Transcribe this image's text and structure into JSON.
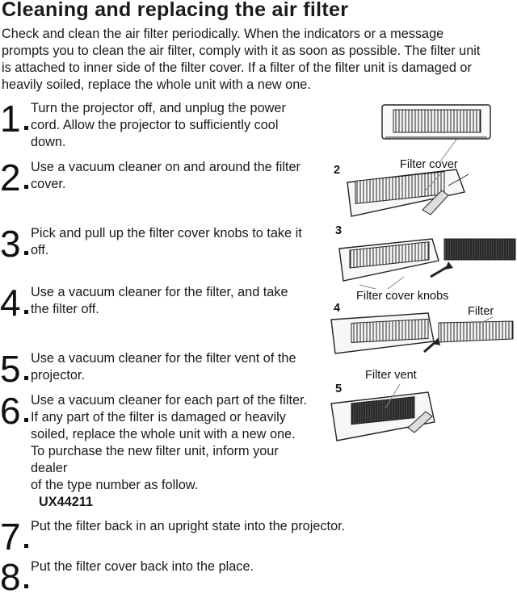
{
  "title": "Cleaning and replacing the air filter",
  "intro": [
    "Check and clean the air filter periodically. When the indicators or a message",
    "prompts you to clean the air filter, comply with it as soon as possible. The filter unit",
    "is attached to inner side of the filter cover. If a filter of the filter unit is damaged or",
    "heavily soiled, replace the whole unit with a new one."
  ],
  "steps": [
    {
      "num": "1",
      "lines": [
        "Turn the projector off, and unplug the power",
        "cord. Allow the projector to sufficiently cool",
        "down."
      ]
    },
    {
      "num": "2",
      "lines": [
        "Use a vacuum cleaner on and around the filter",
        "cover."
      ]
    },
    {
      "num": "3",
      "lines": [
        "Pick and pull up the filter cover knobs to take it",
        "off."
      ]
    },
    {
      "num": "4",
      "lines": [
        "Use a vacuum cleaner for the filter, and take",
        "the filter off."
      ]
    },
    {
      "num": "5",
      "lines": [
        "Use a vacuum cleaner for the filter vent of the",
        "projector."
      ]
    },
    {
      "num": "6",
      "lines": [
        "Use a vacuum cleaner for each part of the filter.",
        "If any part of the filter is damaged or heavily",
        "soiled, replace the whole unit with a new one.",
        "To purchase the new filter unit, inform your",
        "dealer",
        "of the type number as follow."
      ],
      "part_number": "UX44211"
    },
    {
      "num": "7",
      "lines": [
        "Put the filter back in an upright state into the projector."
      ]
    },
    {
      "num": "8",
      "lines": [
        "Put the filter cover back into the place."
      ]
    }
  ],
  "figure": {
    "labels": {
      "filter_cover": "Filter cover",
      "filter_cover_knobs": "Filter cover knobs",
      "filter": "Filter",
      "filter_vent": "Filter vent"
    },
    "numbers": [
      "2",
      "3",
      "4",
      "5"
    ]
  }
}
